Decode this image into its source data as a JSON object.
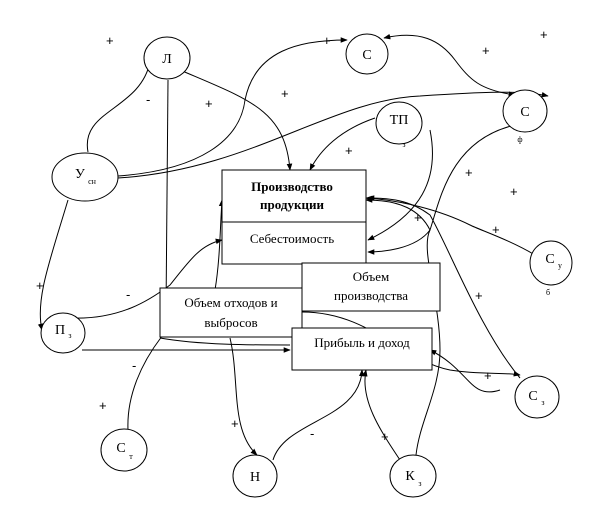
{
  "boxes": {
    "production": {
      "line1": "Производство",
      "line2": "продукции"
    },
    "cost": {
      "label": "Себестоимость"
    },
    "volume": {
      "line1": "Объем",
      "line2": "производства"
    },
    "waste": {
      "line1": "Объем отходов и",
      "line2": "выбросов"
    },
    "profit": {
      "label": "Прибыль и доход"
    }
  },
  "nodes": {
    "l": {
      "letter": "Л",
      "sub": ""
    },
    "c_top": {
      "letter": "С",
      "sub": ""
    },
    "tp": {
      "letter": "ТП",
      "sub": "з"
    },
    "c_f": {
      "letter": "С",
      "sub": "ф"
    },
    "u_sn": {
      "letter": "У",
      "sub": "сн"
    },
    "c_u": {
      "letter": "С",
      "sub": "у"
    },
    "c_u_note": "б",
    "p_z": {
      "letter": "П",
      "sub": "з"
    },
    "c_z": {
      "letter": "С",
      "sub": "з"
    },
    "c_t": {
      "letter": "С",
      "sub": "т"
    },
    "n": {
      "letter": "Н",
      "sub": ""
    },
    "k_z": {
      "letter": "К",
      "sub": "з"
    }
  },
  "signs": {
    "s1": "+",
    "s2": "+",
    "s3": "+",
    "s4": "+",
    "s5": "-",
    "s6": "+",
    "s7": "+",
    "s8": "+",
    "s9": "+",
    "s10": "+",
    "s11": "+",
    "s12": "+",
    "s13": "-",
    "s14": "+",
    "s15": "-",
    "s16": "+",
    "s17": "+",
    "s18": "+",
    "s19": "-",
    "s20": "+",
    "s21": "+"
  }
}
